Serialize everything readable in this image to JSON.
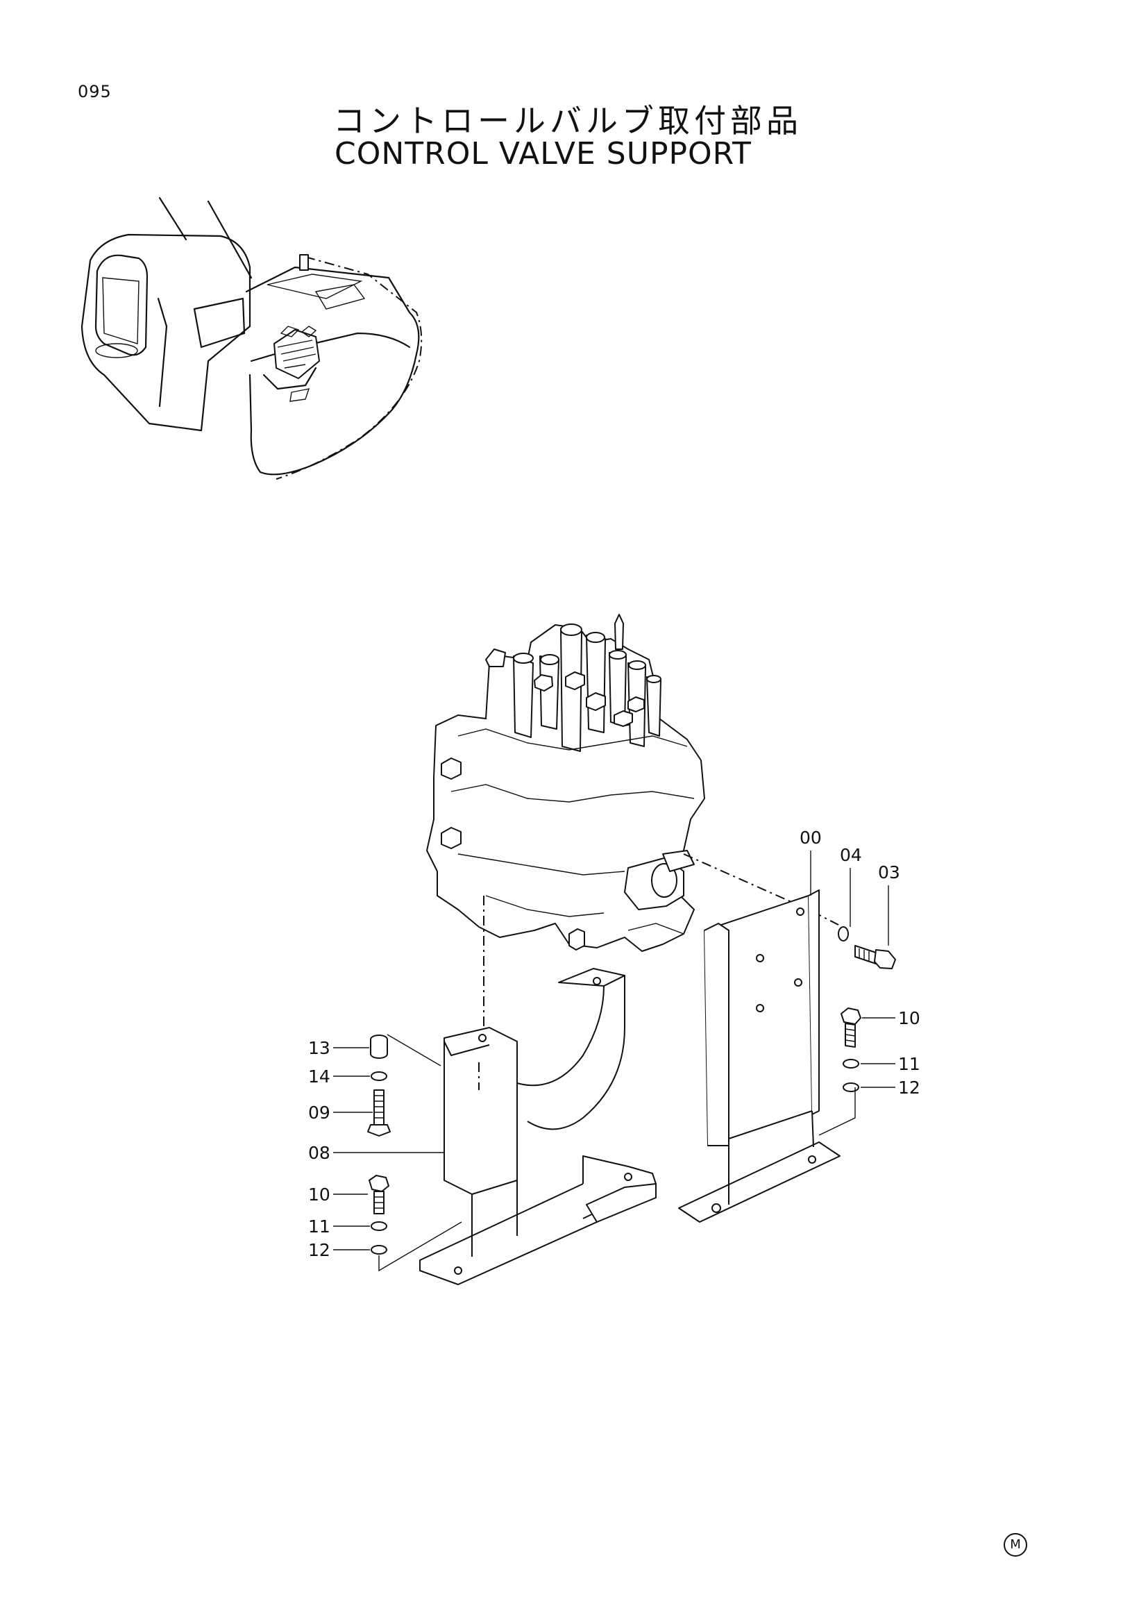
{
  "header": {
    "page_number": "095",
    "title_japanese": "コントロールバルブ取付部品",
    "title_english": "CONTROL VALVE SUPPORT"
  },
  "callouts": {
    "c00": "00",
    "c04": "04",
    "c03": "03",
    "c10_right": "10",
    "c11_right": "11",
    "c12_right": "12",
    "c13": "13",
    "c14": "14",
    "c09": "09",
    "c08": "08",
    "c10_left": "10",
    "c11_left": "11",
    "c12_left": "12"
  },
  "footer": {
    "mark": "M"
  }
}
